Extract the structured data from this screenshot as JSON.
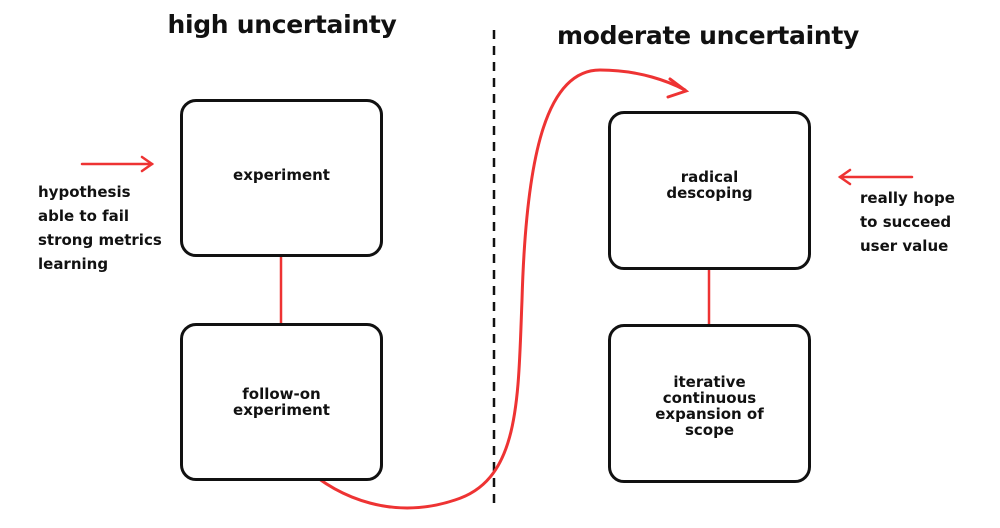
{
  "headings": {
    "left": "high uncertainty",
    "right": "moderate uncertainty"
  },
  "boxes": {
    "experiment": "experiment",
    "follow_on": "follow-on\nexperiment",
    "radical": "radical\ndescoping",
    "iterative": "iterative\ncontinuous\nexpansion of\nscope"
  },
  "notes": {
    "left": [
      "hypothesis",
      "able to fail",
      "strong metrics",
      "learning"
    ],
    "right": [
      "really hope",
      "to succeed",
      "user value"
    ]
  },
  "colors": {
    "arrow": "#ee3333",
    "stroke": "#111111",
    "divider": "#111111"
  }
}
